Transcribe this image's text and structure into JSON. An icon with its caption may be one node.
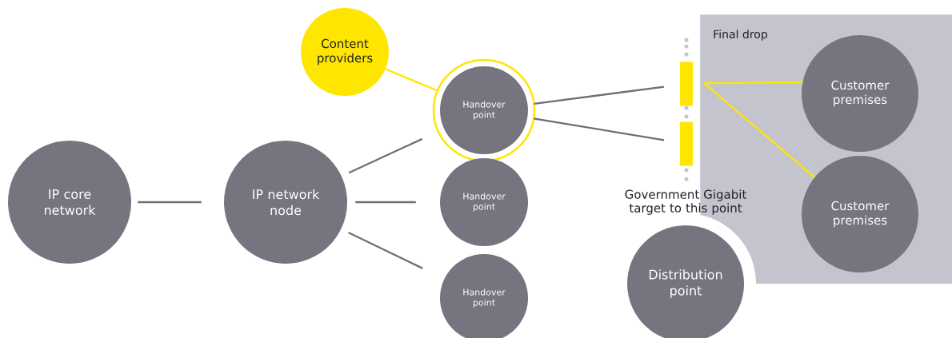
{
  "diagram": {
    "nodes": [
      {
        "text": [
          "IP core network"
        ]
      },
      {
        "text": [
          "IP network node"
        ]
      },
      {
        "text": [
          "Content providers"
        ]
      },
      {
        "text": [
          "Handover point"
        ]
      },
      {
        "text": [
          "Handover point"
        ]
      },
      {
        "text": [
          "Handover point"
        ]
      },
      {
        "text": [
          "Final drop"
        ]
      },
      {
        "text": [
          "Customer premises"
        ],
        "in": 6
      },
      {
        "text": [
          "Customer premises"
        ],
        "in": 6
      },
      {
        "text": [],
        "shape": "bar"
      },
      {
        "text": [],
        "shape": "bar"
      },
      {
        "text": [
          "Distribution point"
        ]
      }
    ],
    "edges": [
      {
        "from": 0,
        "to": 1,
        "arrow": "none"
      },
      {
        "from": 1,
        "to": 3,
        "arrow": "none"
      },
      {
        "from": 1,
        "to": 4,
        "arrow": "none"
      },
      {
        "from": 1,
        "to": 5,
        "arrow": "none"
      },
      {
        "from": 2,
        "to": 3,
        "arrow": "none",
        "color": "#ffe600"
      },
      {
        "from": 3,
        "to": 9,
        "arrow": "none"
      },
      {
        "from": 3,
        "to": 10,
        "arrow": "none"
      },
      {
        "from": 9,
        "to": 7,
        "arrow": "none",
        "color": "#ffe600"
      },
      {
        "from": 9,
        "to": 8,
        "arrow": "none",
        "color": "#ffe600"
      }
    ],
    "labels": [
      "Government Gigabit target to this point"
    ]
  }
}
